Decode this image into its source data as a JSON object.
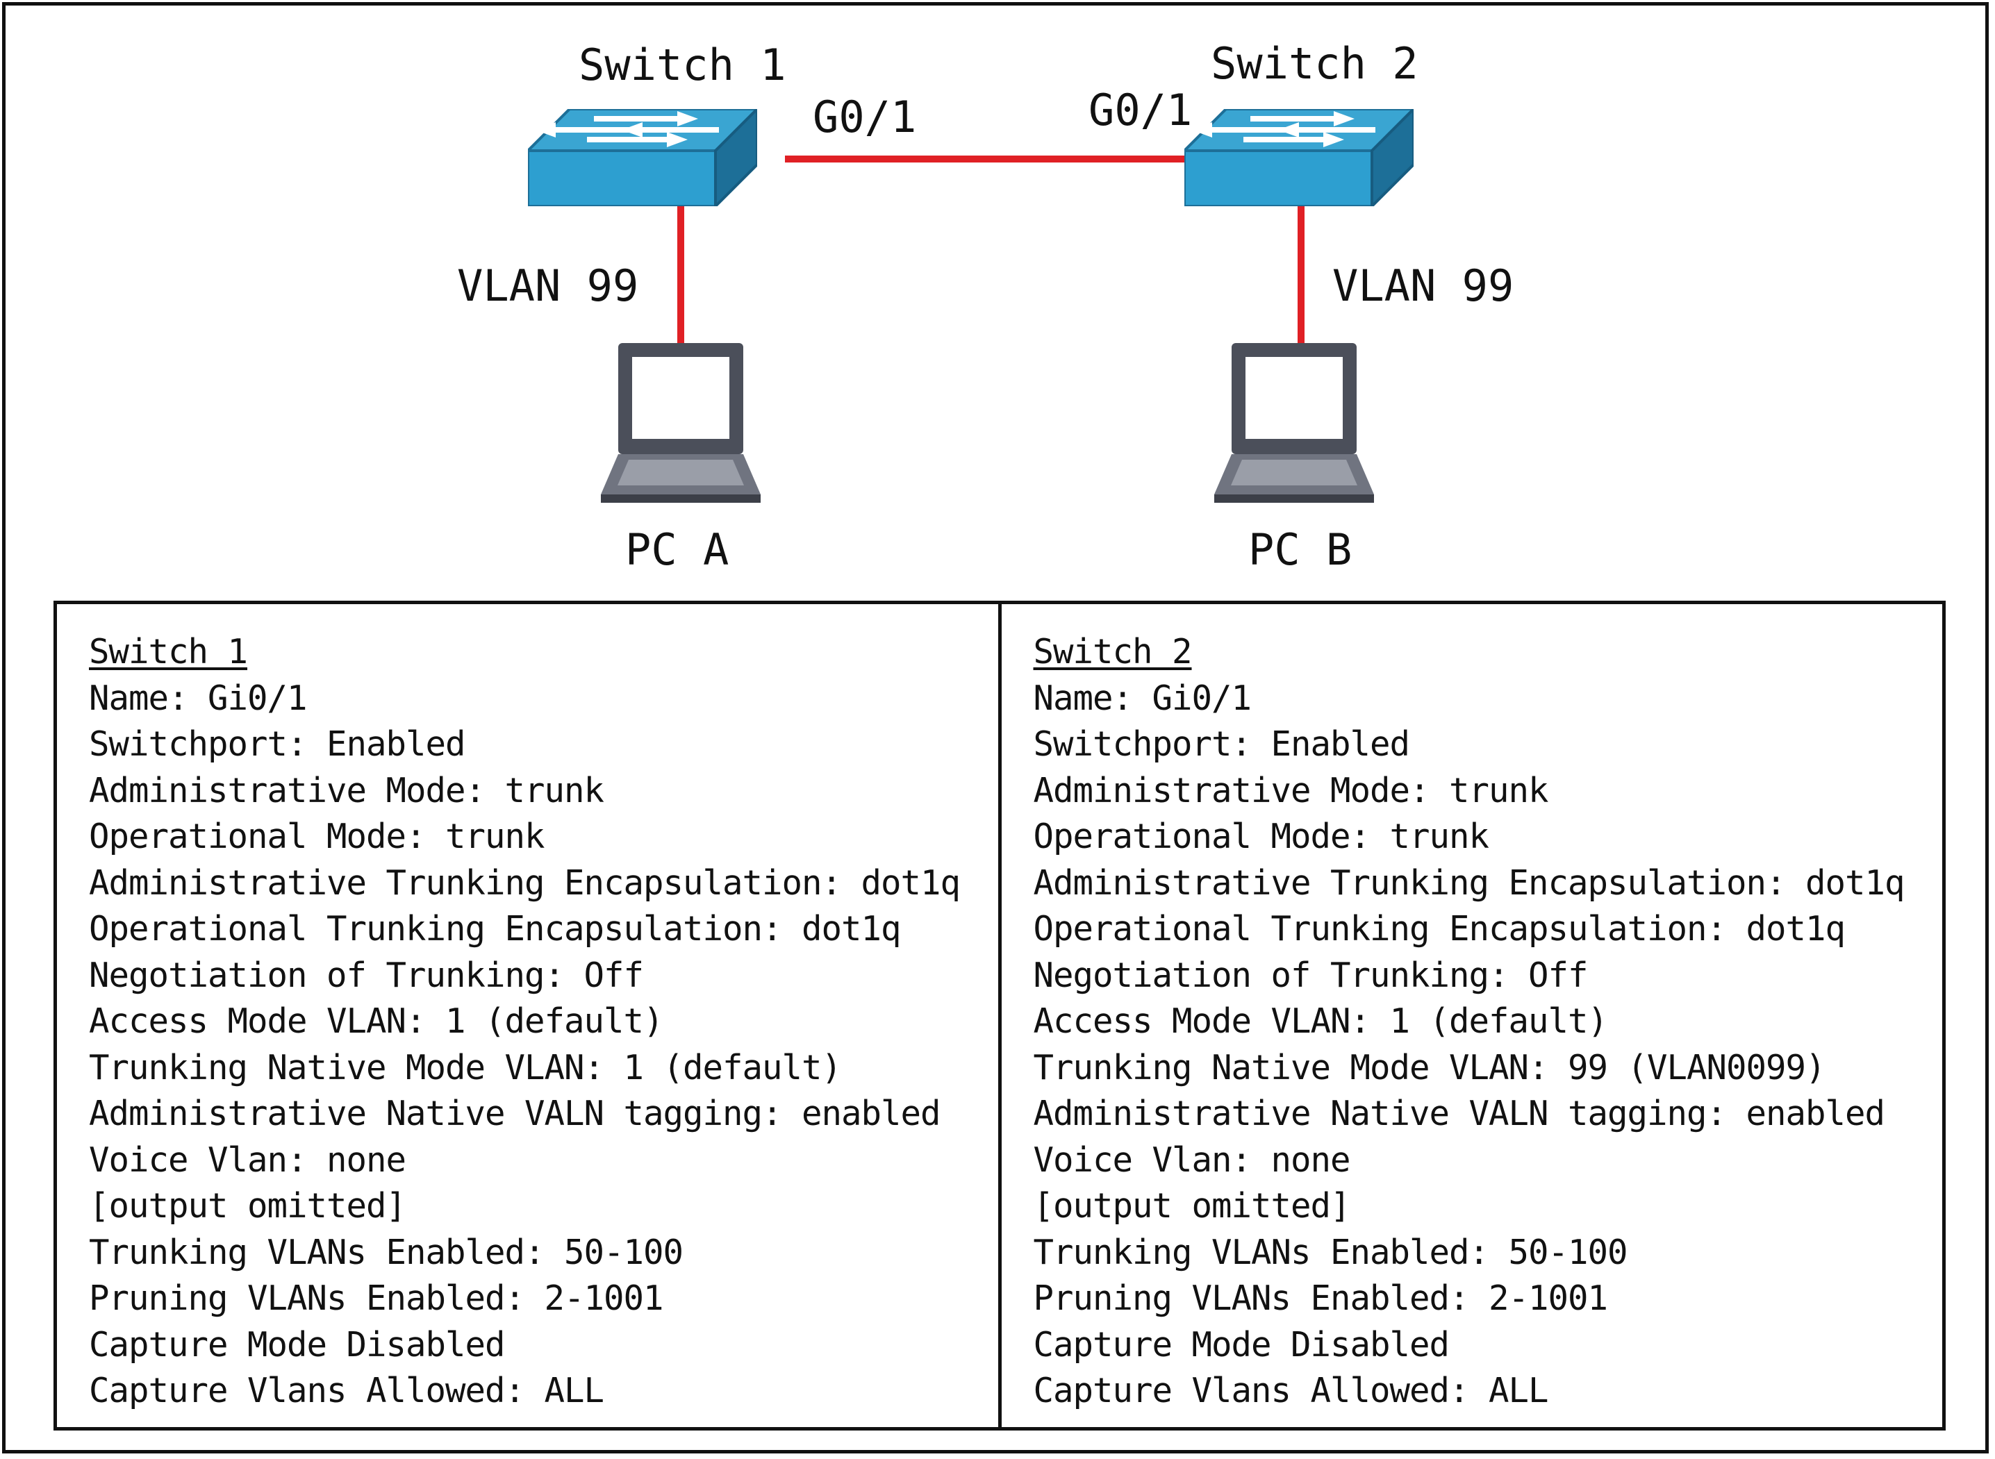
{
  "diagram": {
    "switch1": {
      "label": "Switch 1",
      "port": "G0/1",
      "access_vlan": "VLAN 99"
    },
    "switch2": {
      "label": "Switch 2",
      "port": "G0/1",
      "access_vlan": "VLAN 99"
    },
    "pc_a": {
      "label": "PC A"
    },
    "pc_b": {
      "label": "PC B"
    },
    "colors": {
      "link": "#e02025",
      "switch_top": "#3aa5d2",
      "switch_front": "#2d9fd0",
      "switch_side": "#1d6f98",
      "laptop_frame": "#4b4f5a",
      "laptop_screen": "#ffffff"
    }
  },
  "panels": {
    "switch1": {
      "title": "Switch 1",
      "lines": [
        "Name: Gi0/1",
        "Switchport: Enabled",
        "Administrative Mode: trunk",
        "Operational Mode: trunk",
        "Administrative Trunking Encapsulation: dot1q",
        "Operational Trunking Encapsulation: dot1q",
        "Negotiation of Trunking: Off",
        "Access Mode VLAN: 1 (default)",
        "Trunking Native Mode VLAN: 1 (default)",
        "Administrative Native VALN tagging: enabled",
        "Voice Vlan: none",
        "[output omitted]",
        "Trunking VLANs Enabled: 50-100",
        "Pruning VLANs Enabled: 2-1001",
        "Capture Mode Disabled",
        "Capture Vlans Allowed: ALL"
      ]
    },
    "switch2": {
      "title": "Switch 2",
      "lines": [
        "Name: Gi0/1",
        "Switchport: Enabled",
        "Administrative Mode: trunk",
        "Operational Mode: trunk",
        "Administrative Trunking Encapsulation: dot1q",
        "Operational Trunking Encapsulation: dot1q",
        "Negotiation of Trunking: Off",
        "Access Mode VLAN: 1 (default)",
        "Trunking Native Mode VLAN: 99 (VLAN0099)",
        "Administrative Native VALN tagging: enabled",
        "Voice Vlan: none",
        "[output omitted]",
        "Trunking VLANs Enabled: 50-100",
        "Pruning VLANs Enabled: 2-1001",
        "Capture Mode Disabled",
        "Capture Vlans Allowed: ALL"
      ]
    }
  }
}
